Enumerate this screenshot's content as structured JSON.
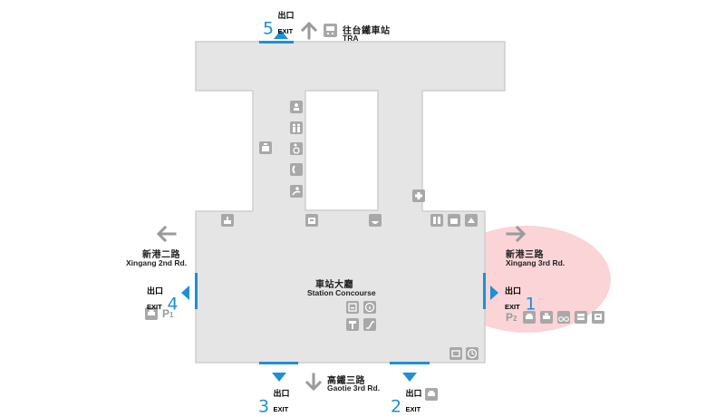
{
  "concourse": {
    "name_zh": "車站大廳",
    "name_en": "Station Concourse"
  },
  "exits": [
    {
      "id": 1,
      "number": "1",
      "label_zh": "出口",
      "label_en": "EXIT"
    },
    {
      "id": 2,
      "number": "2",
      "label_zh": "出口",
      "label_en": "EXIT"
    },
    {
      "id": 3,
      "number": "3",
      "label_zh": "出口",
      "label_en": "EXIT"
    },
    {
      "id": 4,
      "number": "4",
      "label_zh": "出口",
      "label_en": "EXIT"
    },
    {
      "id": 5,
      "number": "5",
      "label_zh": "出口",
      "label_en": "EXIT"
    }
  ],
  "directions": {
    "tra": {
      "zh": "往台鐵車站",
      "en": "TRA"
    },
    "west": {
      "zh": "新港二路",
      "en": "Xingang 2nd Rd."
    },
    "east": {
      "zh": "新港三路",
      "en": "Xingang 3rd Rd."
    },
    "south": {
      "zh": "高鐵三路",
      "en": "Gaotie 3rd Rd."
    }
  },
  "parking": {
    "p1": {
      "letter": "P",
      "sub": "1"
    },
    "p2": {
      "letter": "P",
      "sub": "2"
    }
  },
  "colors": {
    "floor": "#e5e5e5",
    "outline": "#cfcfcf",
    "exit_blue": "#1f8fd6",
    "icon_gray": "#a8a8a8",
    "arrow_gray": "#9a9a9a",
    "highlight": "#f4a0a6"
  },
  "icons": {
    "restroom_column": [
      "baby-care-icon",
      "restroom-icon",
      "accessible-icon",
      "phone-icon",
      "nursing-room-icon"
    ],
    "concourse_top_row": [
      "water-fountain-icon",
      "ticket-machine-icon",
      "information-icon",
      "lockers-icon",
      "luggage-icon"
    ],
    "center_cluster": [
      "ticket-office-icon",
      "help-icon",
      "info-kiosk-icon",
      "escalator-icon"
    ],
    "east_transport": [
      "car-icon",
      "taxi-icon",
      "bicycle-icon",
      "bus-icon",
      "shuttle-icon"
    ]
  }
}
